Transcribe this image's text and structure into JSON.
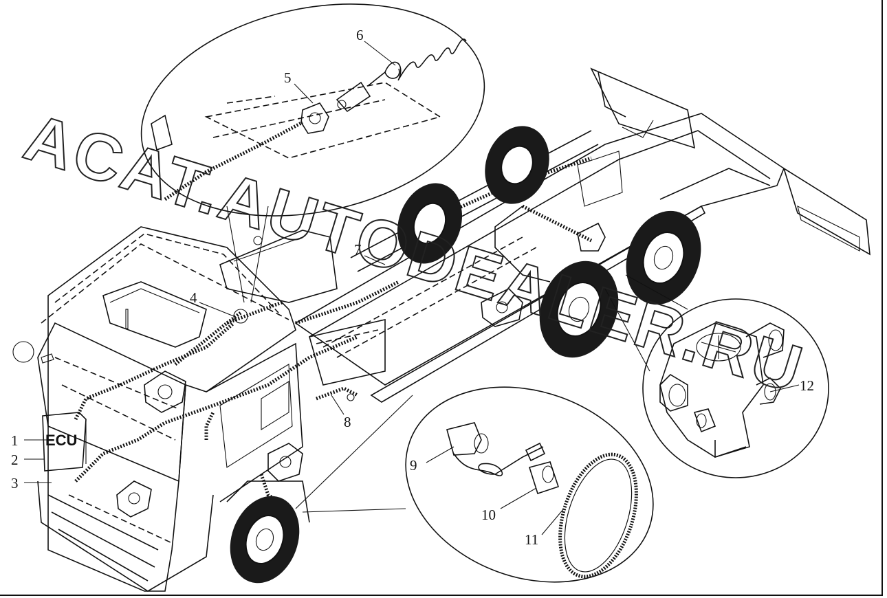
{
  "diagram": {
    "watermark": "ACAT.AUTODEALER.RU",
    "ecu_label": "ECU",
    "callouts": [
      {
        "id": "1",
        "label": "1"
      },
      {
        "id": "2",
        "label": "2"
      },
      {
        "id": "3",
        "label": "3"
      },
      {
        "id": "4",
        "label": "4"
      },
      {
        "id": "5",
        "label": "5"
      },
      {
        "id": "6",
        "label": "6"
      },
      {
        "id": "7",
        "label": "7"
      },
      {
        "id": "8",
        "label": "8"
      },
      {
        "id": "9",
        "label": "9"
      },
      {
        "id": "10",
        "label": "10"
      },
      {
        "id": "11",
        "label": "11"
      },
      {
        "id": "12",
        "label": "12"
      }
    ]
  }
}
